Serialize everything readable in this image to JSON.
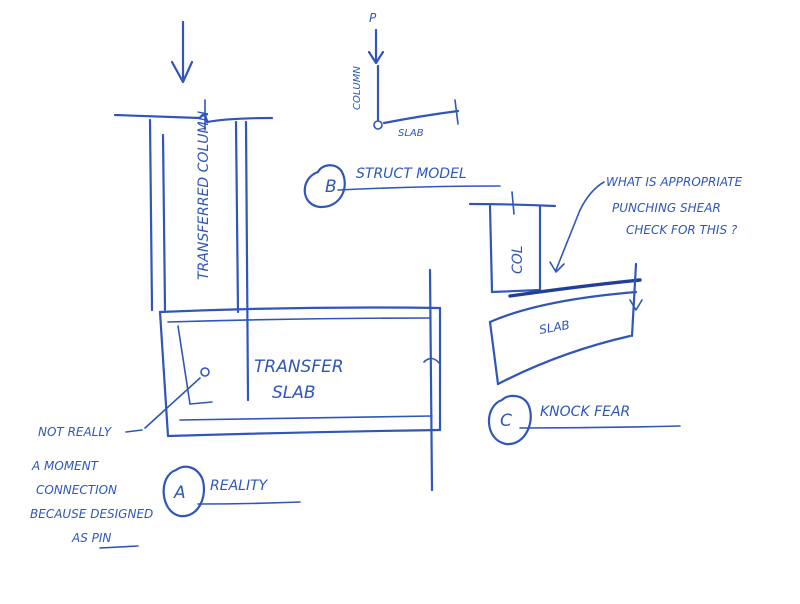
{
  "labels": {
    "load_p": "P",
    "column_small": "COLUMN",
    "slab_small": "SLAB",
    "section_b_letter": "B",
    "section_b_title": "STRUCT MODEL",
    "transferred_column": "TRANSFERRED COLUMN",
    "transfer_slab_line1": "TRANSFER",
    "transfer_slab_line2": "SLAB",
    "col": "COL",
    "slab_c": "SLAB",
    "question_line1": "WHAT IS APPROPRIATE",
    "question_line2": "PUNCHING SHEAR",
    "question_line3": "CHECK FOR THIS ?",
    "section_c_letter": "C",
    "section_c_title": "KNOCK FEAR",
    "not_really": "NOT REALLY",
    "note_line1": "A MOMENT",
    "note_line2": "CONNECTION",
    "note_line3": "BECAUSE DESIGNED",
    "note_line4": "AS PIN",
    "section_a_letter": "A",
    "section_a_title": "REALITY"
  },
  "colors": {
    "ink": "#2f56b8",
    "ink_dark": "#1f3f99",
    "paper": "#ffffff"
  }
}
